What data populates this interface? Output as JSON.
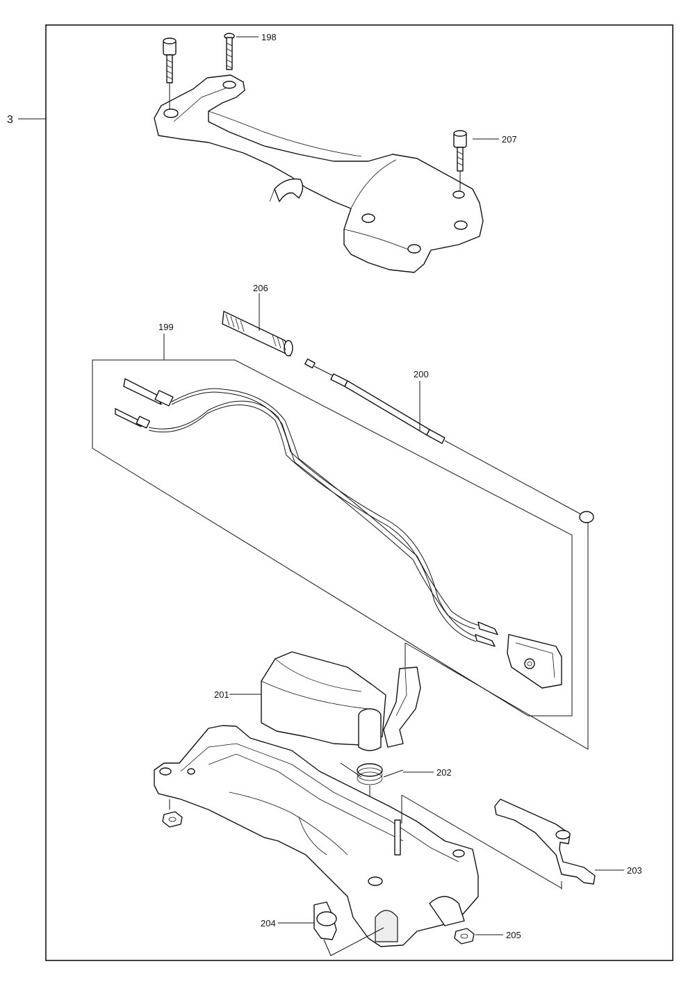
{
  "assembly_ref": "3",
  "callouts": {
    "p198": "198",
    "p199": "199",
    "p200": "200",
    "p201": "201",
    "p202": "202",
    "p203": "203",
    "p204": "204",
    "p205": "205",
    "p206": "206",
    "p207": "207"
  }
}
